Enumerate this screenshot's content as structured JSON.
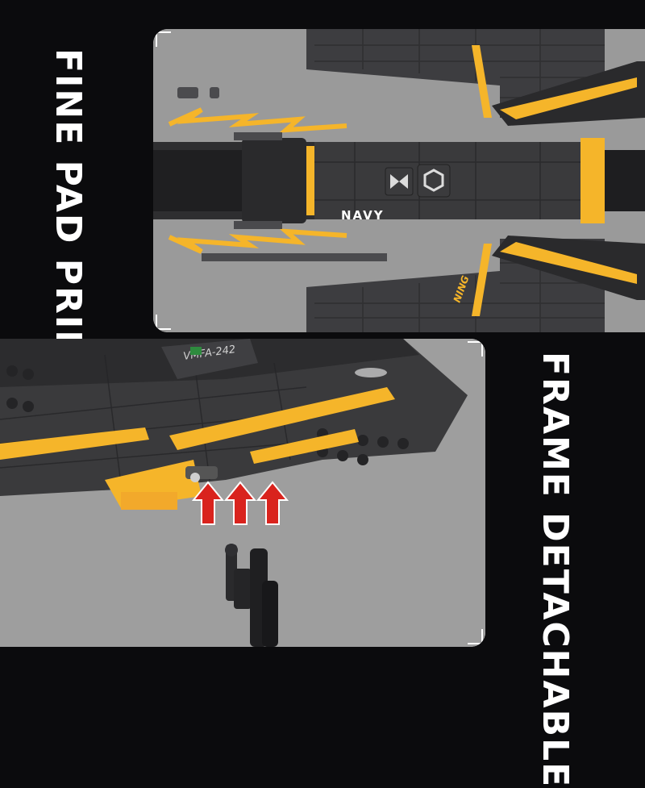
{
  "labels": {
    "top_feature": "FINE PAD PRINTING",
    "bottom_feature": "FRAME DETACHABLE"
  },
  "model_markings": {
    "navy": "NAVY",
    "squadron": "VMFA-242",
    "wing_text": "NING"
  },
  "colors": {
    "background": "#0b0b0d",
    "panel_bg": "#9c9c9c",
    "brick_dark": "#3a3a3c",
    "brick_mid": "#4a4a4d",
    "accent_yellow": "#f5b52a",
    "arrow_red": "#d9231d",
    "label_white": "#ffffff"
  },
  "icons": {
    "hex_bolt": "hex-bolt-icon",
    "bow_tie": "bow-tie-icon",
    "up_arrow": "up-arrow-icon"
  }
}
